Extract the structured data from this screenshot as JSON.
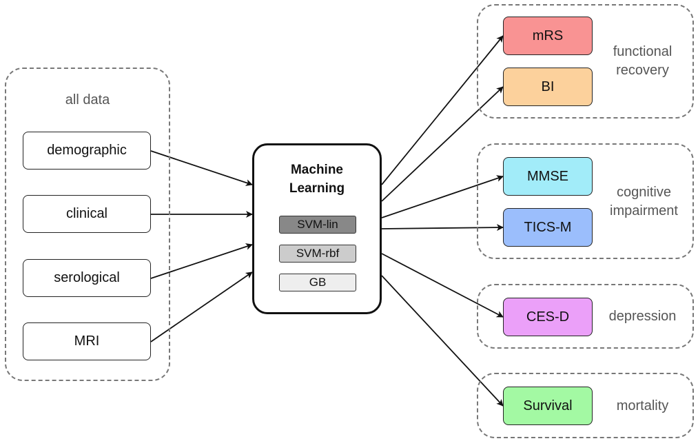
{
  "colors": {
    "dashed_border": "#777777",
    "model_svm_lin": "#888888",
    "model_svm_rbf": "#cccccc",
    "model_gb": "#eeeeee",
    "mrs": "#f99393",
    "bi": "#fcd19c",
    "mmse": "#a2ecf9",
    "tics_m": "#9bbefc",
    "ces_d": "#eba0f9",
    "survival": "#a3f9a3"
  },
  "inputs": {
    "group_label": "all data",
    "items": [
      "demographic",
      "clinical",
      "serological",
      "MRI"
    ]
  },
  "ml": {
    "title_line1": "Machine",
    "title_line2": "Learning",
    "models": [
      "SVM-lin",
      "SVM-rbf",
      "GB"
    ]
  },
  "outputs": {
    "functional": {
      "label_line1": "functional",
      "label_line2": "recovery",
      "items": [
        "mRS",
        "BI"
      ]
    },
    "cognitive": {
      "label_line1": "cognitive",
      "label_line2": "impairment",
      "items": [
        "MMSE",
        "TICS-M"
      ]
    },
    "depression": {
      "label": "depression",
      "items": [
        "CES-D"
      ]
    },
    "mortality": {
      "label": "mortality",
      "items": [
        "Survival"
      ]
    }
  }
}
